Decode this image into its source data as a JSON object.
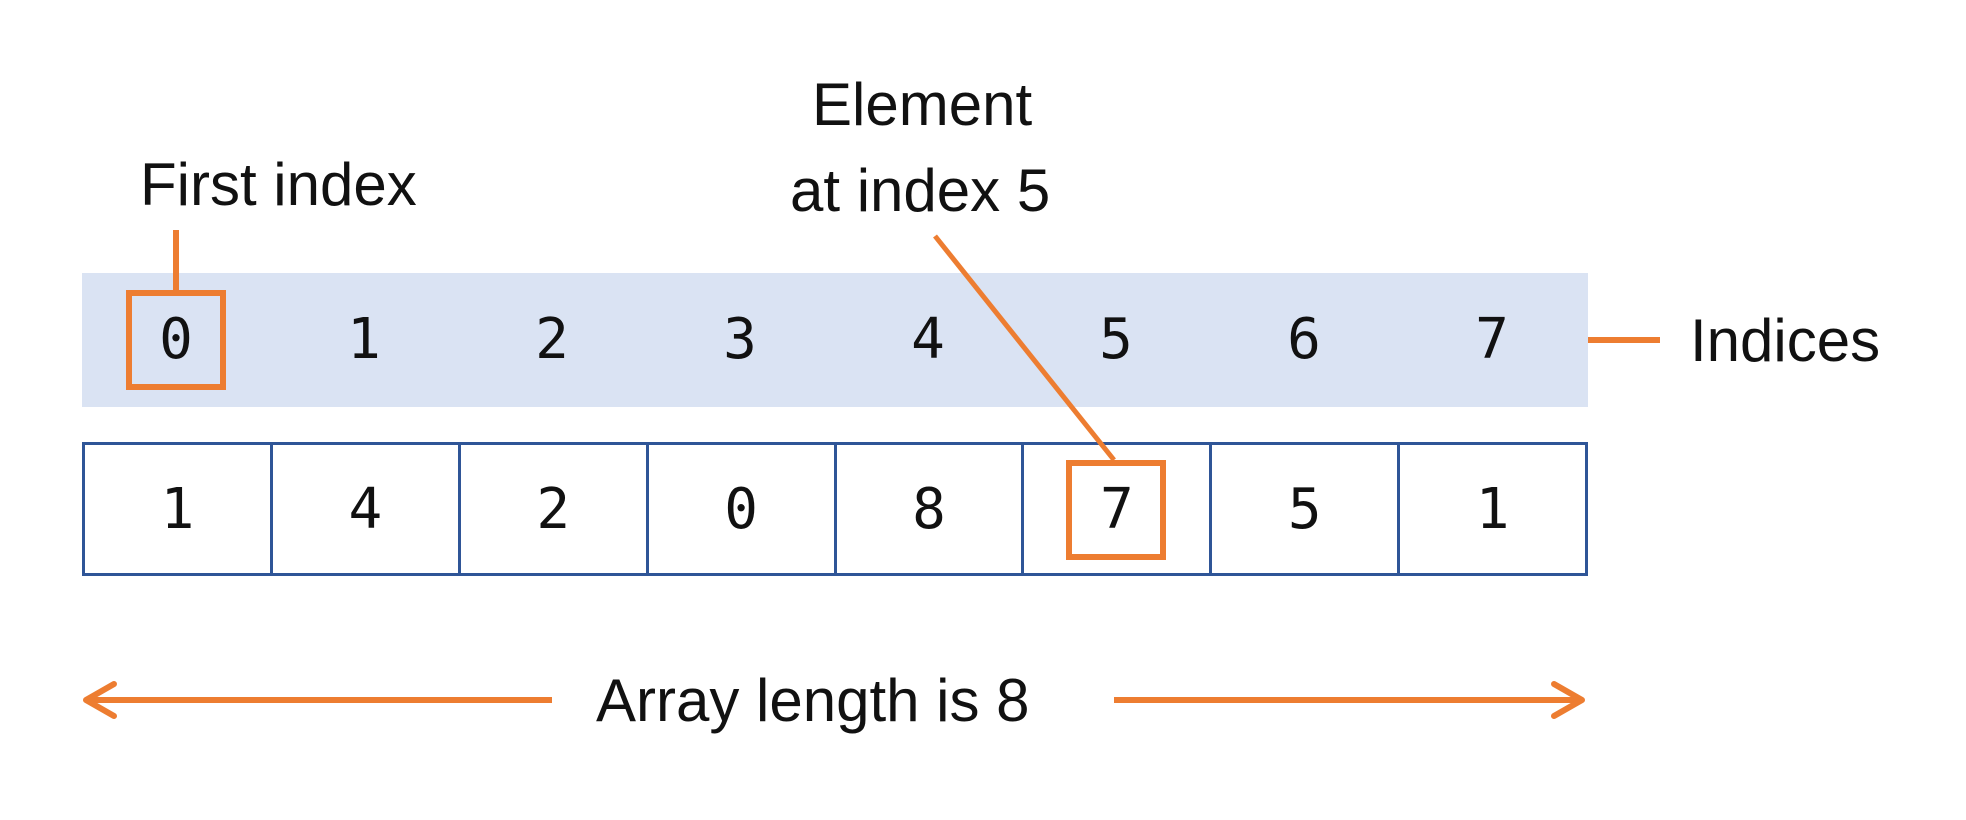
{
  "labels": {
    "first_index": "First index",
    "element_line1": "Element",
    "element_line2": "at index 5",
    "indices": "Indices",
    "array_length": "Array length is 8"
  },
  "indices": [
    "0",
    "1",
    "2",
    "3",
    "4",
    "5",
    "6",
    "7"
  ],
  "values": [
    "1",
    "4",
    "2",
    "0",
    "8",
    "7",
    "5",
    "1"
  ],
  "highlights": {
    "first_index_position": 0,
    "element_index_position": 5
  },
  "colors": {
    "accent": "#ed7d31",
    "cell_border": "#2f5597",
    "index_band": "#dae3f3",
    "text": "#111111"
  }
}
